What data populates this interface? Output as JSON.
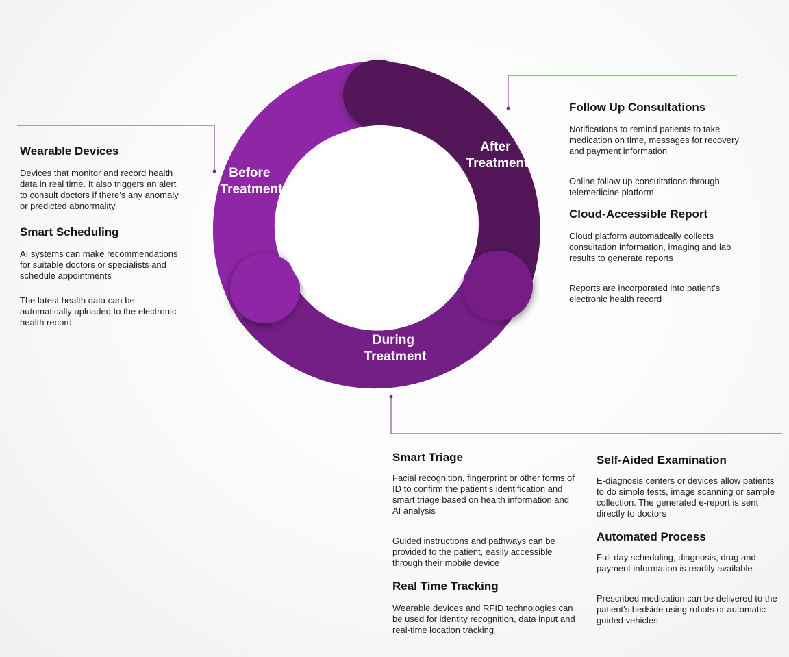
{
  "phases": {
    "before": [
      "Before",
      "Treatment"
    ],
    "after": [
      "After",
      "Treatment"
    ],
    "during": [
      "During",
      "Treatment"
    ]
  },
  "colors": {
    "before": "#8f26a6",
    "after": "#531659",
    "during": "#741f86",
    "connector": "#7b2c8c"
  },
  "before_treatment": {
    "sections": [
      {
        "title": "Wearable Devices",
        "paragraphs": [
          "Devices that monitor and record health data in real time. It also triggers an alert to consult doctors if there’s any anomaly or predicted abnormality"
        ]
      },
      {
        "title": "Smart Scheduling",
        "paragraphs": [
          "AI systems can make recommendations for suitable doctors or specialists and schedule appointments",
          "The latest health data can be automatically uploaded to the electronic health record"
        ]
      }
    ]
  },
  "after_treatment": {
    "sections": [
      {
        "title": "Follow Up Consultations",
        "paragraphs": [
          "Notifications to remind patients to take medication on time, messages for recovery and payment information",
          "Online follow up consultations through telemedicine platform"
        ]
      },
      {
        "title": "Cloud-Accessible Report",
        "paragraphs": [
          "Cloud platform automatically collects consultation information, imaging and lab results to generate reports",
          "Reports are incorporated into patient’s electronic health record"
        ]
      }
    ]
  },
  "during_treatment": {
    "left": [
      {
        "title": "Smart Triage",
        "paragraphs": [
          "Facial recognition, fingerprint or other forms of ID to confirm the patient’s identification and smart triage based on health information and AI analysis",
          "Guided instructions and pathways can be provided to the patient, easily accessible through their mobile device"
        ]
      },
      {
        "title": "Real Time Tracking",
        "paragraphs": [
          "Wearable devices and RFID technologies can be used for identity recognition, data input and real-time location tracking"
        ]
      }
    ],
    "right": [
      {
        "title": "Self-Aided Examination",
        "paragraphs": [
          "E-diagnosis centers or devices allow patients to do simple tests, image scanning or sample collection. The generated e-report is sent directly to doctors"
        ]
      },
      {
        "title": "Automated Process",
        "paragraphs": [
          "Full-day scheduling, diagnosis, drug and payment information is readily available",
          "Prescribed medication can be delivered to the patient’s bedside using robots or automatic guided vehicles"
        ]
      }
    ]
  }
}
